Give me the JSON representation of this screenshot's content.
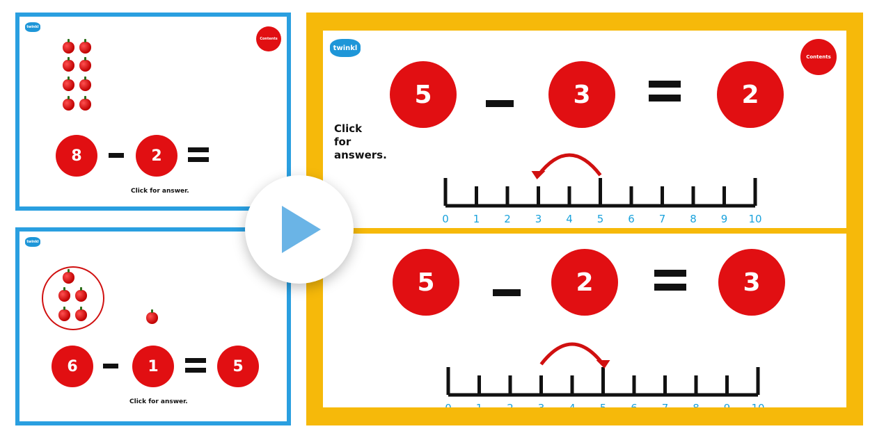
{
  "logo_text": "twinkl",
  "contents_label": "Contents",
  "colors": {
    "blue_border": "#2a9fe0",
    "yellow_frame": "#f6b90a",
    "red": "#e10f12",
    "tick_label": "#1aa2dc"
  },
  "slide1": {
    "a": "8",
    "b": "2",
    "click": "Click for answer."
  },
  "slide2": {
    "a": "6",
    "b": "1",
    "c": "5",
    "click": "Click for answer."
  },
  "panel1": {
    "a": "5",
    "b": "3",
    "c": "2",
    "click_lines": [
      "Click",
      "for",
      "answers."
    ]
  },
  "panel2": {
    "a": "5",
    "b": "2",
    "c": "3"
  },
  "number_line": {
    "ticks": [
      "0",
      "1",
      "2",
      "3",
      "4",
      "5",
      "6",
      "7",
      "8",
      "9",
      "10"
    ]
  },
  "play_icon": "play-triangle-icon"
}
